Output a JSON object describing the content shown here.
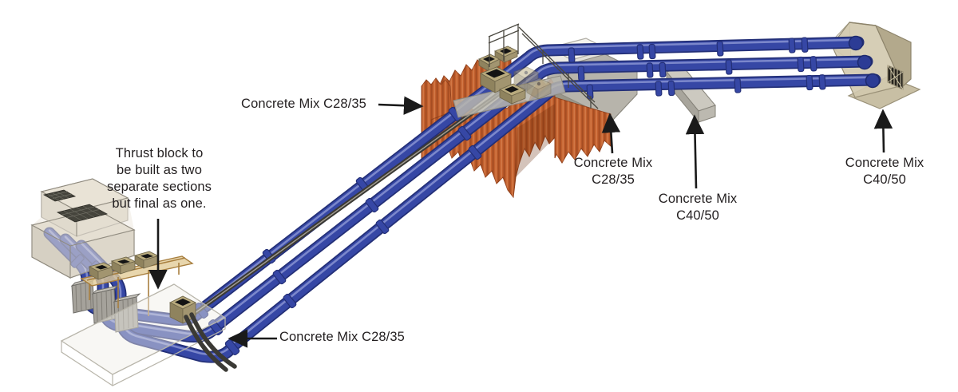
{
  "diagram": {
    "type": "isometric-pipeline-construction-rendering",
    "annotations": {
      "thrust_note": "Thrust block to\nbe built as two\nseparate sections\nbut final as one.",
      "mix_c2835_top": "Concrete Mix C28/35",
      "mix_c2835_bottom": "Concrete Mix C28/35",
      "mix_c2835_mid": "Concrete Mix\nC28/35",
      "mix_c4050_mid": "Concrete Mix\nC40/50",
      "mix_c4050_right": "Concrete Mix\nC40/50"
    },
    "colors": {
      "background": "#ffffff",
      "pipe_blue": "#3647a5",
      "pipe_blue_dark": "#232f77",
      "pipe_highlight": "#8793d1",
      "sheet_pile_orange": "#c2602e",
      "sheet_pile_dark": "#93421d",
      "concrete_gray": "#b6b3aa",
      "concrete_tan": "#d6cdb2",
      "ghost_box": "#efede6",
      "wood_tan": "#d8c290",
      "annotation_text": "#231f20",
      "arrow_black": "#1a1a1a"
    }
  }
}
